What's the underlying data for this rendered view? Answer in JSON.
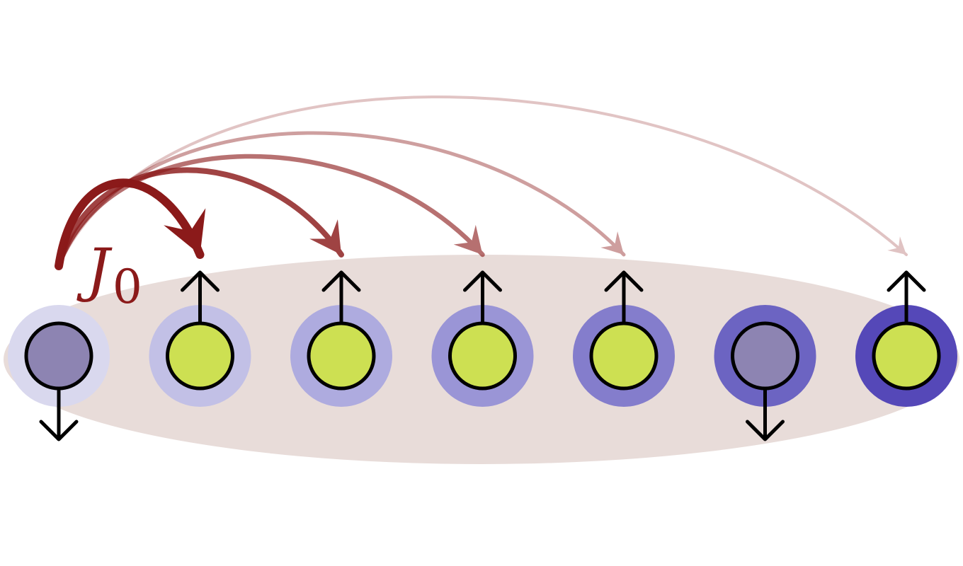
{
  "diagram": {
    "coupling_label": {
      "symbol": "J",
      "subscript": "0"
    },
    "colors": {
      "chain_background": "#e8dcd9",
      "spin_up_fill": "#cde052",
      "spin_down_fill": "#8d84b2",
      "outline": "#000000",
      "arrow_base": "#8b1a1a"
    },
    "sites": [
      {
        "spin": "down",
        "halo": "#d9d8ee"
      },
      {
        "spin": "up",
        "halo": "#c2c0e6"
      },
      {
        "spin": "up",
        "halo": "#aeabdf"
      },
      {
        "spin": "up",
        "halo": "#9a95d6"
      },
      {
        "spin": "up",
        "halo": "#847dcc"
      },
      {
        "spin": "down",
        "halo": "#6c64c2"
      },
      {
        "spin": "up",
        "halo": "#5548b8"
      }
    ],
    "couplings": [
      {
        "from_site": 0,
        "to_site": 1,
        "opacity": 1.0
      },
      {
        "from_site": 0,
        "to_site": 2,
        "opacity": 0.82
      },
      {
        "from_site": 0,
        "to_site": 3,
        "opacity": 0.62
      },
      {
        "from_site": 0,
        "to_site": 4,
        "opacity": 0.42
      },
      {
        "from_site": 0,
        "to_site": 6,
        "opacity": 0.26
      }
    ]
  }
}
